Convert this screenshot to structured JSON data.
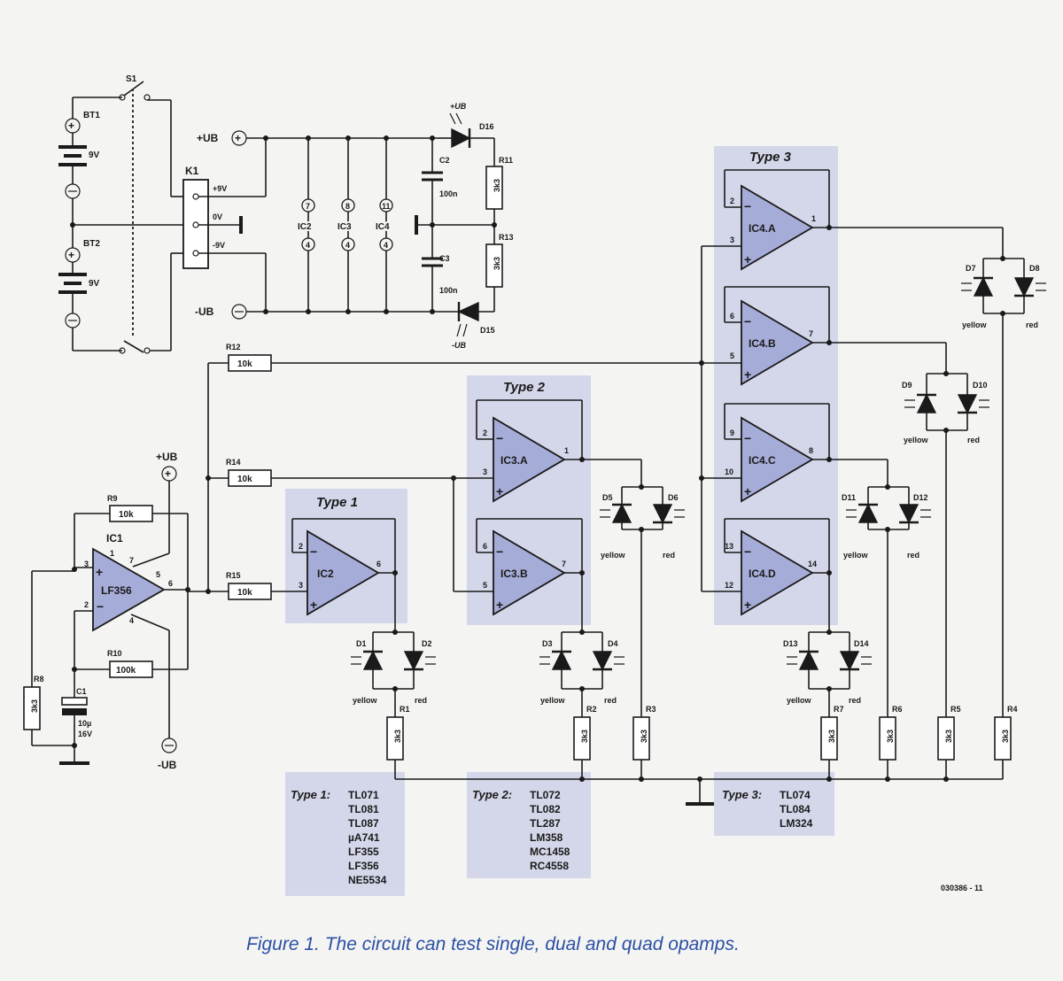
{
  "caption": "Figure 1. The circuit can test single, dual and quad opamps.",
  "figure_code": "030386 - 11",
  "power": {
    "switch": "S1",
    "battery1": "BT1",
    "battery2": "BT2",
    "bat_voltage": "9V",
    "connector": "K1",
    "pin_pos": "+9V",
    "pin_zero": "0V",
    "pin_neg": "-9V",
    "plus_ub": "+UB",
    "minus_ub": "-UB",
    "c2": "C2",
    "c3": "C3",
    "cap_val": "100n",
    "d16": "D16",
    "d15": "D15",
    "r11": "R11",
    "r13": "R13",
    "r_val_3k3": "3k3",
    "supply_ics": [
      {
        "name": "IC2",
        "top": "7",
        "bottom": "4"
      },
      {
        "name": "IC3",
        "top": "8",
        "bottom": "4"
      },
      {
        "name": "IC4",
        "top": "11",
        "bottom": "4"
      }
    ]
  },
  "oscillator": {
    "ic": "IC1",
    "part": "LF356",
    "r9": "R9",
    "r9_val": "10k",
    "r10": "R10",
    "r10_val": "100k",
    "r8": "R8",
    "r8_val": "3k3",
    "c1": "C1",
    "c1_val": "10µ",
    "c1_volt": "16V",
    "pins": {
      "p3": "3",
      "p2": "2",
      "p1": "1",
      "p7": "7",
      "p5": "5",
      "p6": "6",
      "p4": "4"
    },
    "plus_ub": "+UB",
    "minus_ub": "-UB"
  },
  "feed": {
    "r12": "R12",
    "r14": "R14",
    "r15": "R15",
    "val": "10k"
  },
  "type1": {
    "title": "Type 1",
    "ic": "IC2",
    "pins": {
      "inv": "2",
      "non": "3",
      "out": "6"
    },
    "d_left": "D1",
    "d_right": "D2",
    "r": "R1",
    "list_label": "Type 1:",
    "parts": [
      "TL071",
      "TL081",
      "TL087",
      "µA741",
      "LF355",
      "LF356",
      "NE5534"
    ]
  },
  "type2": {
    "title": "Type 2",
    "a": {
      "ic": "IC3.A",
      "inv": "2",
      "non": "3",
      "out": "1"
    },
    "b": {
      "ic": "IC3.B",
      "inv": "6",
      "non": "5",
      "out": "7"
    },
    "d5": "D5",
    "d6": "D6",
    "d3": "D3",
    "d4": "D4",
    "r2": "R2",
    "r3": "R3",
    "list_label": "Type 2:",
    "parts": [
      "TL072",
      "TL082",
      "TL287",
      "LM358",
      "MC1458",
      "RC4558"
    ]
  },
  "type3": {
    "title": "Type 3",
    "a": {
      "ic": "IC4.A",
      "inv": "2",
      "non": "3",
      "out": "1"
    },
    "b": {
      "ic": "IC4.B",
      "inv": "6",
      "non": "5",
      "out": "7"
    },
    "c": {
      "ic": "IC4.C",
      "inv": "9",
      "non": "10",
      "out": "8"
    },
    "d": {
      "ic": "IC4.D",
      "inv": "13",
      "non": "12",
      "out": "14"
    },
    "d7": "D7",
    "d8": "D8",
    "d9": "D9",
    "d10": "D10",
    "d11": "D11",
    "d12": "D12",
    "d13": "D13",
    "d14": "D14",
    "r4": "R4",
    "r5": "R5",
    "r6": "R6",
    "r7": "R7",
    "list_label": "Type 3:",
    "parts": [
      "TL074",
      "TL084",
      "LM324"
    ]
  },
  "led_colors": {
    "yellow": "yellow",
    "red": "red"
  },
  "colors": {
    "shade": "#c9cde6",
    "opamp": "#a6acd8",
    "caption": "#2b4fa5"
  }
}
